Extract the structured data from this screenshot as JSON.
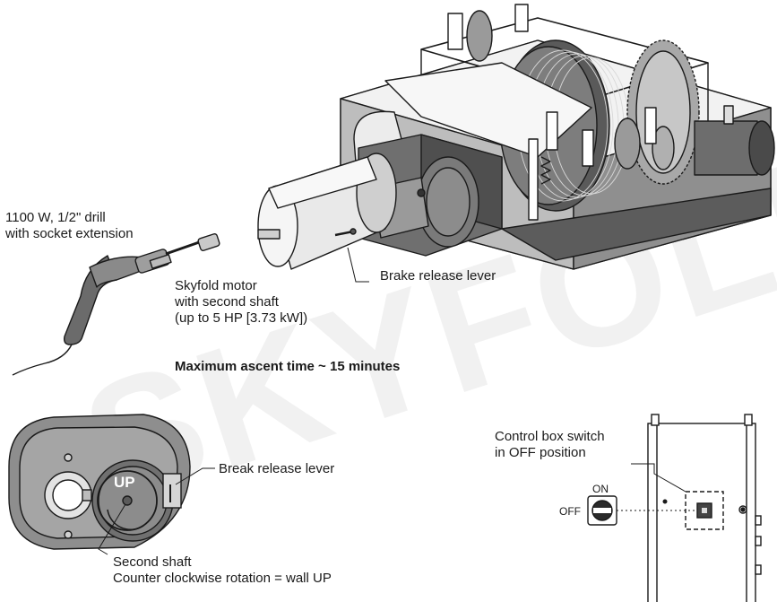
{
  "watermark": "SKYFOLD",
  "labels": {
    "drill": [
      "1100 W, 1/2\" drill",
      "with socket extension"
    ],
    "motor": [
      "Skyfold motor",
      "with second shaft",
      "(up to 5 HP [3.73 kW])"
    ],
    "brake_release": "Brake release lever",
    "ascent_time": "Maximum ascent time ~ 15 minutes",
    "break_release": "Break release lever",
    "up_marker": "UP",
    "second_shaft": [
      "Second shaft",
      "Counter clockwise rotation = wall UP"
    ],
    "control_box": [
      "Control box switch",
      "in OFF position"
    ],
    "switch_on": "ON",
    "switch_off": "OFF"
  }
}
